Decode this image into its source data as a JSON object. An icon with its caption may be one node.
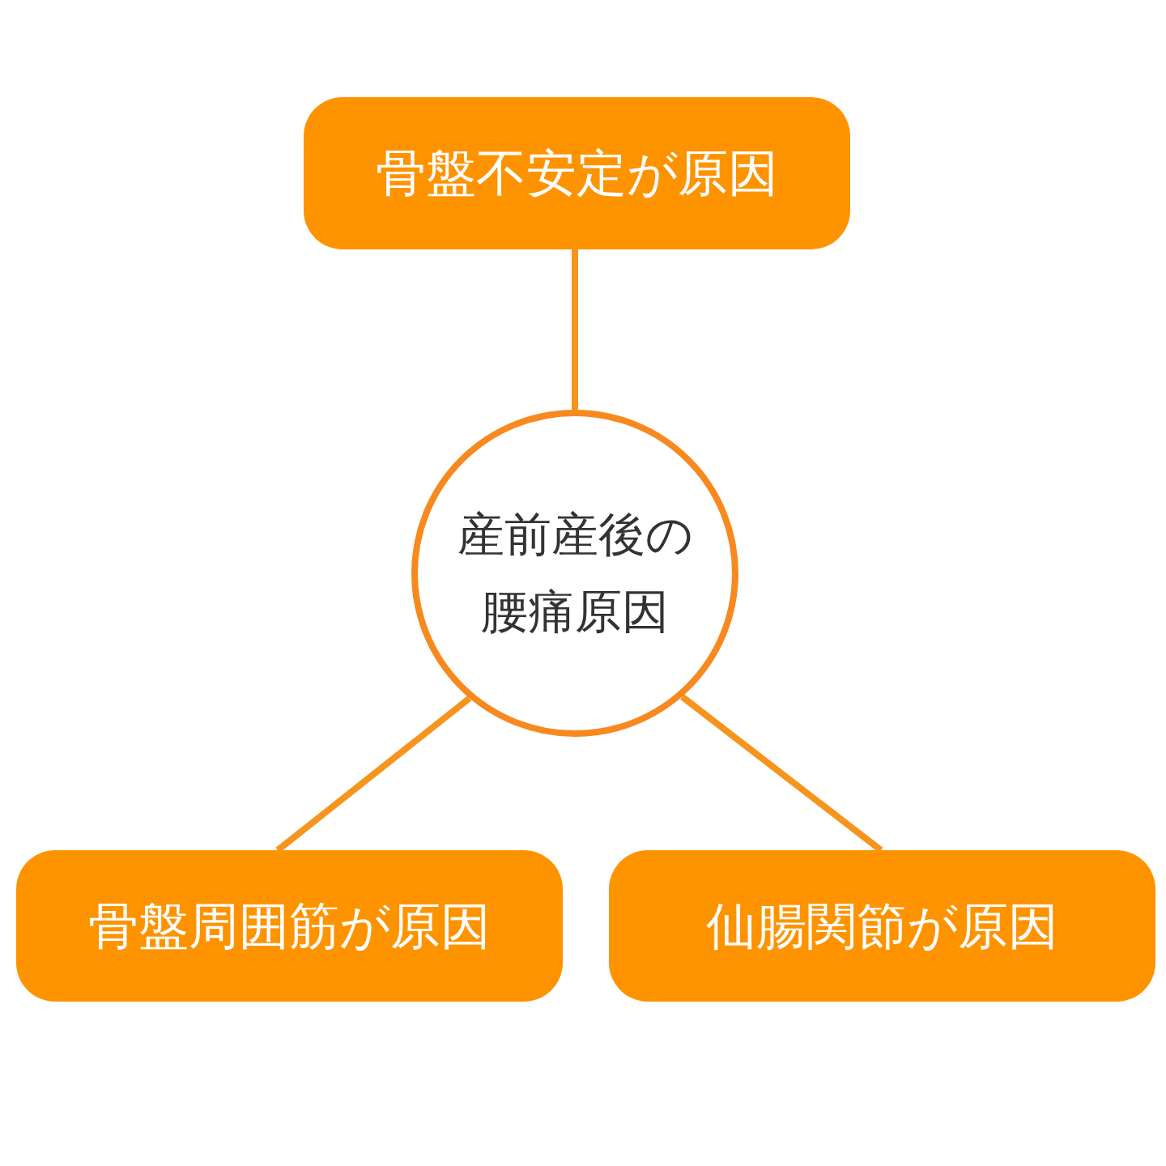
{
  "diagram": {
    "nodes": [
      {
        "text": [
          "骨盤不安定が原因"
        ]
      },
      {
        "text": [
          "産前産後の腰痛原因"
        ]
      },
      {
        "text": [
          "骨盤周囲筋が原因"
        ]
      },
      {
        "text": [
          "仙腸関節が原因"
        ]
      }
    ],
    "edges": [
      {
        "from": 1,
        "to": 0,
        "arrow": "none"
      },
      {
        "from": 1,
        "to": 2,
        "arrow": "none"
      },
      {
        "from": 1,
        "to": 3,
        "arrow": "none"
      }
    ]
  }
}
